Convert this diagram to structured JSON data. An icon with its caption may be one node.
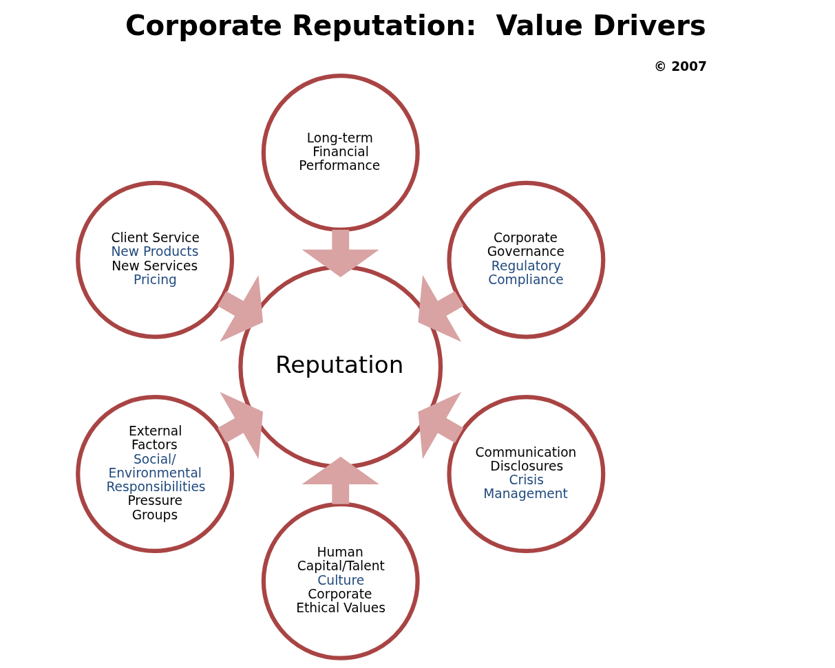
{
  "diagram": {
    "title": "Corporate Reputation:  Value Drivers",
    "nodes": [
      {
        "text": [
          "Long-term Financial Performance"
        ]
      },
      {
        "text": [
          "Client Service",
          "New Products",
          "New Services",
          "Pricing"
        ]
      },
      {
        "text": [
          "Corporate Governance",
          "Regulatory Compliance"
        ]
      },
      {
        "text": [
          "Reputation"
        ]
      },
      {
        "text": [
          "External Factors",
          "Social/ Environmental Responsibilities",
          "Pressure Groups"
        ]
      },
      {
        "text": [
          "Communication Disclosures",
          "Crisis Management"
        ]
      },
      {
        "text": [
          "Human Capital/Talent",
          "Culture",
          "Corporate Ethical Values"
        ]
      }
    ],
    "edges": [
      {
        "from": 0,
        "to": 3,
        "arrow": "to"
      },
      {
        "from": 2,
        "to": 3,
        "arrow": "to"
      },
      {
        "from": 5,
        "to": 3,
        "arrow": "to"
      },
      {
        "from": 6,
        "to": 3,
        "arrow": "to"
      },
      {
        "from": 4,
        "to": 3,
        "arrow": "to"
      },
      {
        "from": 1,
        "to": 3,
        "arrow": "to"
      }
    ],
    "labels": [
      "© 2007"
    ]
  }
}
